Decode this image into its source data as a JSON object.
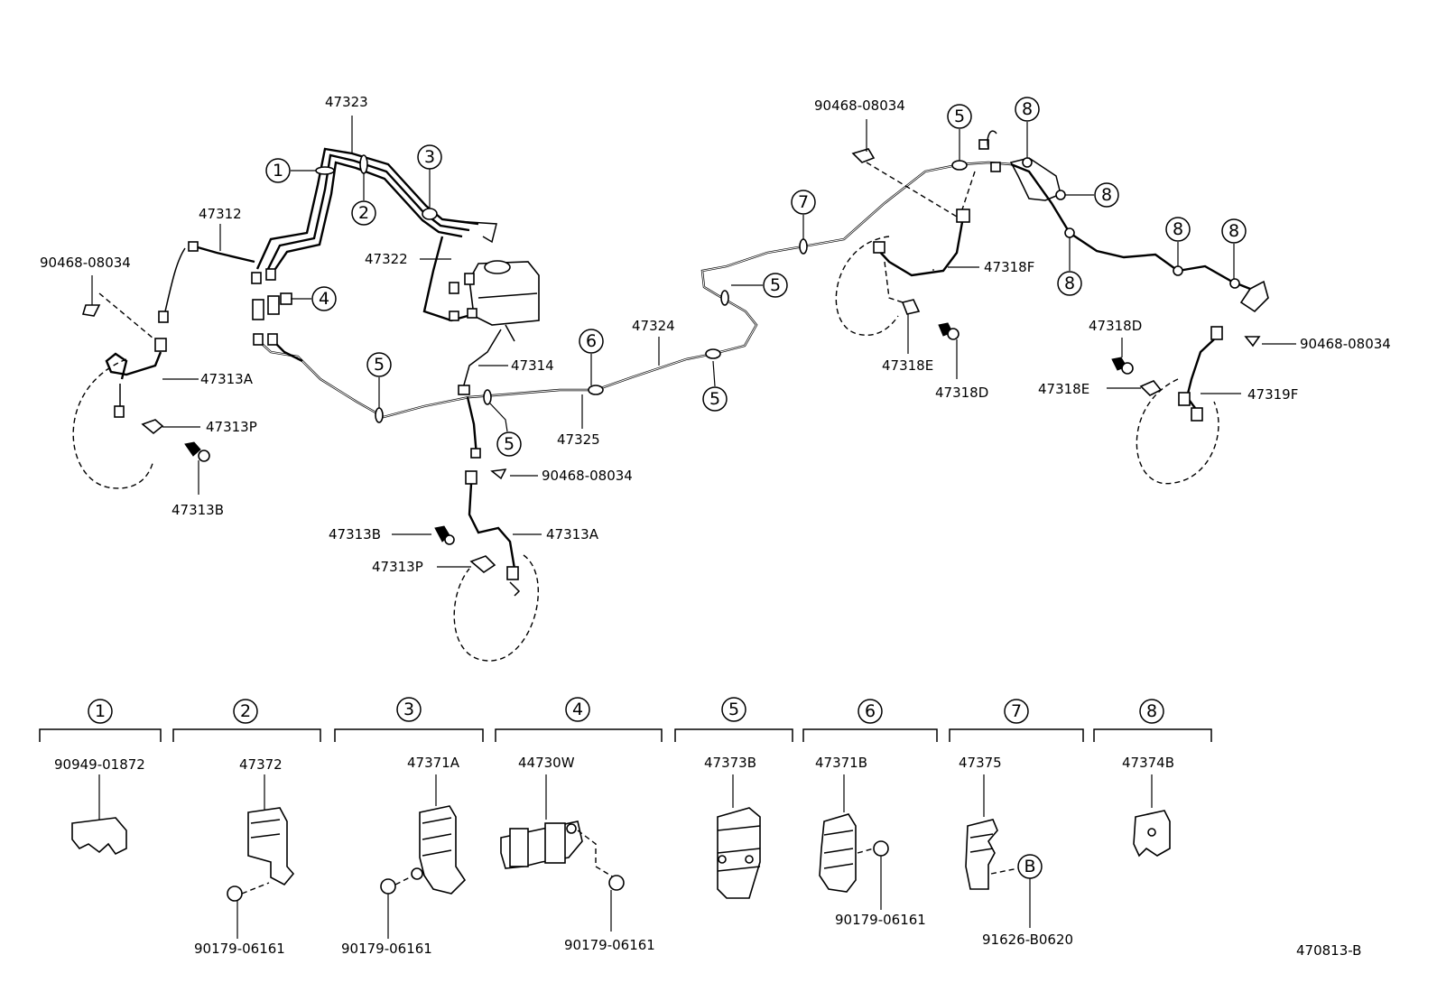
{
  "diagram_code": "470813-B",
  "callouts": {
    "c1": "1",
    "c2": "2",
    "c3": "3",
    "c4": "4",
    "c5": "5",
    "c6": "6",
    "c7": "7",
    "c8": "8",
    "cB": "B"
  },
  "labels": {
    "p47323": "47323",
    "p47312": "47312",
    "p47322": "47322",
    "p90468_left": "90468-08034",
    "p47313A_left": "47313A",
    "p47313P_left": "47313P",
    "p47313B_left": "47313B",
    "p47314": "47314",
    "p47325": "47325",
    "p47324": "47324",
    "p90468_center": "90468-08034",
    "p47313B_center": "47313B",
    "p47313A_center": "47313A",
    "p47313P_center": "47313P",
    "p90468_top": "90468-08034",
    "p47318F": "47318F",
    "p47318E_center": "47318E",
    "p47318D_center": "47318D",
    "p47318D_right": "47318D",
    "p47318E_right": "47318E",
    "p47319F": "47319F",
    "p90468_right": "90468-08034"
  },
  "clamp_groups": [
    {
      "callout": "1",
      "parts": [
        "90949-01872"
      ]
    },
    {
      "callout": "2",
      "parts": [
        "47372",
        "90179-06161"
      ]
    },
    {
      "callout": "3",
      "parts": [
        "47371A",
        "90179-06161"
      ]
    },
    {
      "callout": "4",
      "parts": [
        "44730W",
        "90179-06161"
      ]
    },
    {
      "callout": "5",
      "parts": [
        "47373B"
      ]
    },
    {
      "callout": "6",
      "parts": [
        "47371B",
        "90179-06161"
      ]
    },
    {
      "callout": "7",
      "parts": [
        "47375",
        "91626-B0620"
      ]
    },
    {
      "callout": "8",
      "parts": [
        "47374B"
      ]
    }
  ]
}
